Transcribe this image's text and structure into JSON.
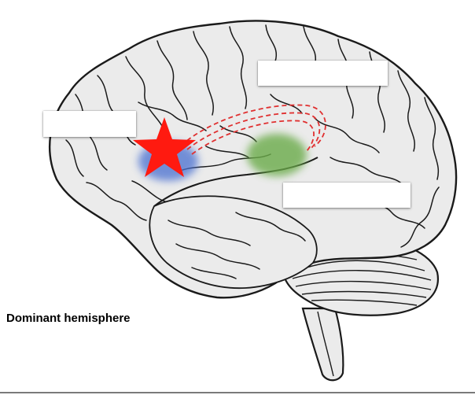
{
  "diagram": {
    "caption": "Dominant hemisphere",
    "label_boxes": [
      {
        "name": "left-label-box",
        "text": ""
      },
      {
        "name": "top-label-box",
        "text": ""
      },
      {
        "name": "right-label-box",
        "text": ""
      }
    ],
    "regions": [
      {
        "name": "blue-region",
        "color": "#4a6fd0"
      },
      {
        "name": "green-region",
        "color": "#6aab4a"
      }
    ],
    "marker": {
      "name": "red-star",
      "color": "#ff1a10"
    },
    "pathway": {
      "name": "arcuate-pathway",
      "color": "#e03030",
      "style": "dashed"
    },
    "colors": {
      "brain_fill": "#ebebeb",
      "outline": "#1a1a1a",
      "rule": "#7a7a7a"
    }
  }
}
